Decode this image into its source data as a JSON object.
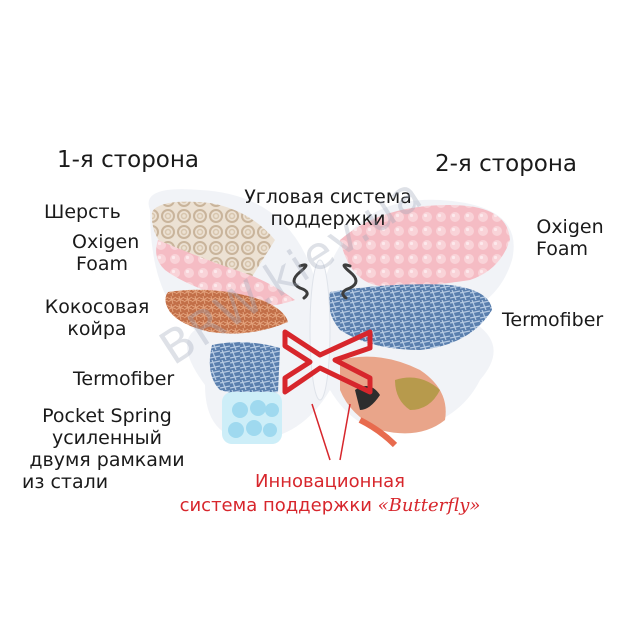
{
  "side1": "1-я сторона",
  "side2": "2-я сторона",
  "left_labels": {
    "wool": "Шерсть",
    "oxigen_foam_line1": "Oxigen",
    "oxigen_foam_line2": "Foam",
    "coconut_line1": "Кокосовая",
    "coconut_line2": "койра",
    "termofiber": "Termofiber",
    "pocket_line1": "Pocket Spring",
    "pocket_line2": "усиленный",
    "pocket_line3": "двумя рамками",
    "pocket_line4": "из стали"
  },
  "center_label": {
    "line1": "Угловая система",
    "line2": "поддержки"
  },
  "right_labels": {
    "oxigen_foam_line1": "Oxigen",
    "oxigen_foam_line2": "Foam",
    "termofiber": "Termofiber"
  },
  "innovation": {
    "line1": "Инновационная",
    "line2_prefix": "система поддержки",
    "brand": "«Butterfly»"
  },
  "watermark": "BRW.kiev.ua",
  "colors": {
    "red": "#d7262c",
    "pink": "#f4b9c2",
    "coconut": "#c8744f",
    "termofiber": "#4f77a6",
    "springs": "#8fd3ee"
  }
}
